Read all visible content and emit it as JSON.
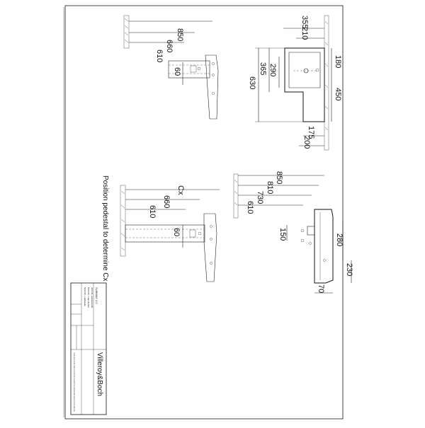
{
  "drawing": {
    "brand": "Villeroy&Boch",
    "note_cx": "Position pedestal to determine Cx",
    "cx_label": "Cx",
    "top_view": {
      "dim_850": "850",
      "dim_660": "660",
      "dim_610": "610",
      "dim_60": "60"
    },
    "plan_view": {
      "dim_355": "355",
      "dim_210": "210",
      "dim_180": "180",
      "dim_290": "290",
      "dim_365": "365",
      "dim_630": "630",
      "dim_450": "450",
      "dim_175": "175",
      "dim_200": "200"
    },
    "side_view": {
      "dim_cx": "Cx",
      "dim_660": "660",
      "dim_610": "610",
      "dim_60": "60"
    },
    "front_view": {
      "dim_850": "850",
      "dim_810": "810",
      "dim_730": "730",
      "dim_610": "610",
      "dim_150": "150",
      "dim_280": "280",
      "dim_230": "230",
      "dim_70": "70"
    },
    "title_block": {
      "product": "SUBWAY 2.0",
      "line1": "4115 RL Handwaschb.",
      "line2": "5232 00 - Hap dunkel",
      "line3": "5242 00 - Halbsäule",
      "disclaimer": "This drawing may not be copied or passed on to third parties. Dimensions subject to technical changes. Villeroy & Boch reserves the right to make product changes."
    }
  }
}
